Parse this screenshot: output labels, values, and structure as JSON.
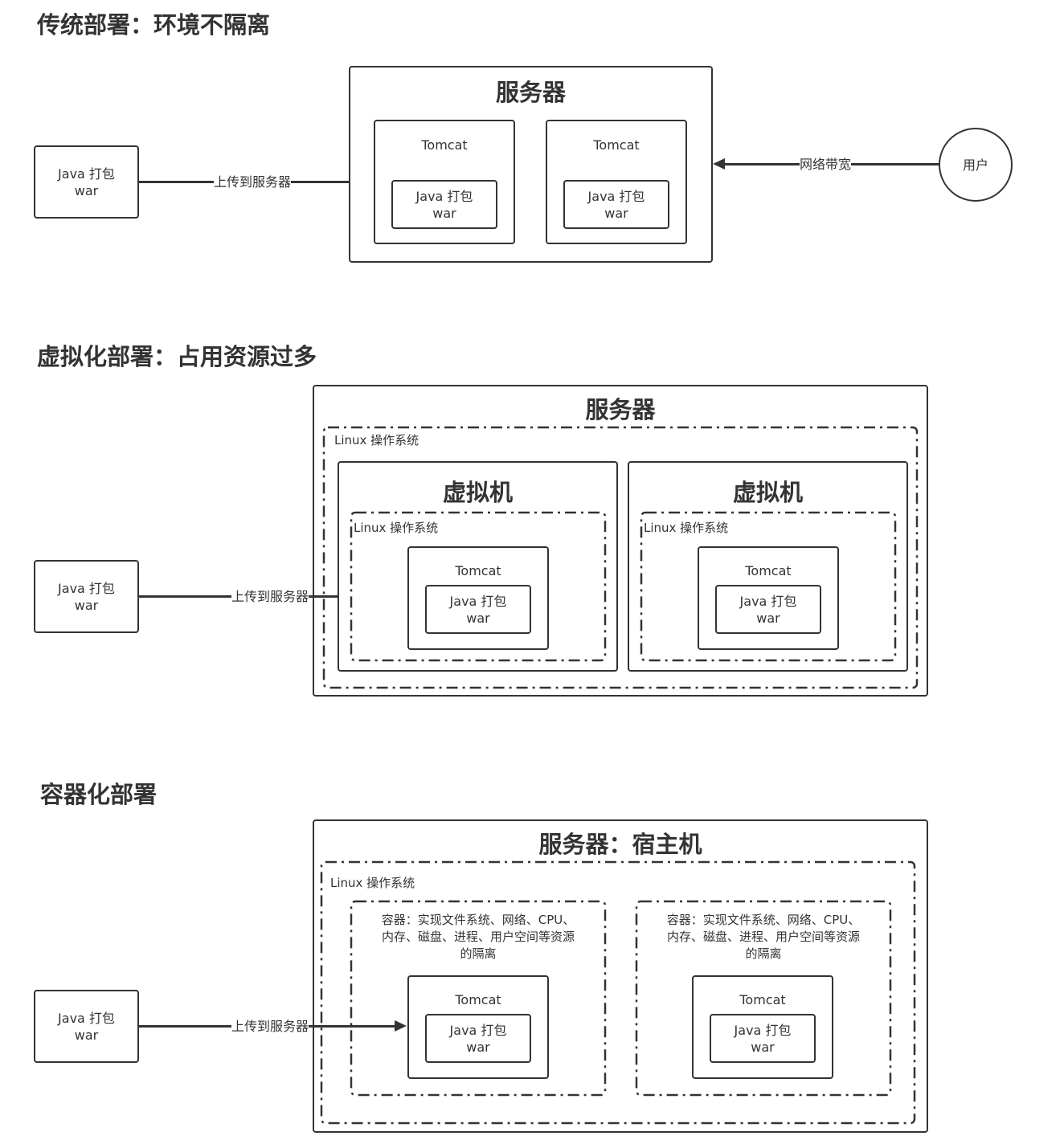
{
  "sections": {
    "traditional": {
      "title": "传统部署：环境不隔离",
      "source_box": {
        "line1": "Java 打包",
        "line2": "war"
      },
      "upload_label": "上传到服务器",
      "server_label": "服务器",
      "tomcats": [
        {
          "label": "Tomcat",
          "war_line1": "Java 打包",
          "war_line2": "war"
        },
        {
          "label": "Tomcat",
          "war_line1": "Java 打包",
          "war_line2": "war"
        }
      ],
      "bandwidth_label": "网络带宽",
      "user_label": "用户"
    },
    "virtualized": {
      "title": "虚拟化部署：占用资源过多",
      "source_box": {
        "line1": "Java 打包",
        "line2": "war"
      },
      "upload_label": "上传到服务器",
      "server_label": "服务器",
      "os_label": "Linux 操作系统",
      "vms": [
        {
          "label": "虚拟机",
          "os_label": "Linux 操作系统",
          "tomcat_label": "Tomcat",
          "war_line1": "Java 打包",
          "war_line2": "war"
        },
        {
          "label": "虚拟机",
          "os_label": "Linux 操作系统",
          "tomcat_label": "Tomcat",
          "war_line1": "Java 打包",
          "war_line2": "war"
        }
      ]
    },
    "containerized": {
      "title": "容器化部署",
      "source_box": {
        "line1": "Java 打包",
        "line2": "war"
      },
      "upload_label": "上传到服务器",
      "server_label": "服务器：宿主机",
      "os_label": "Linux 操作系统",
      "containers": [
        {
          "line1": "容器：实现文件系统、网络、CPU、",
          "line2": "内存、磁盘、进程、用户空间等资源",
          "line3": "的隔离",
          "tomcat_label": "Tomcat",
          "war_line1": "Java 打包",
          "war_line2": "war"
        },
        {
          "line1": "容器：实现文件系统、网络、CPU、",
          "line2": "内存、磁盘、进程、用户空间等资源",
          "line3": "的隔离",
          "tomcat_label": "Tomcat",
          "war_line1": "Java 打包",
          "war_line2": "war"
        }
      ]
    }
  }
}
